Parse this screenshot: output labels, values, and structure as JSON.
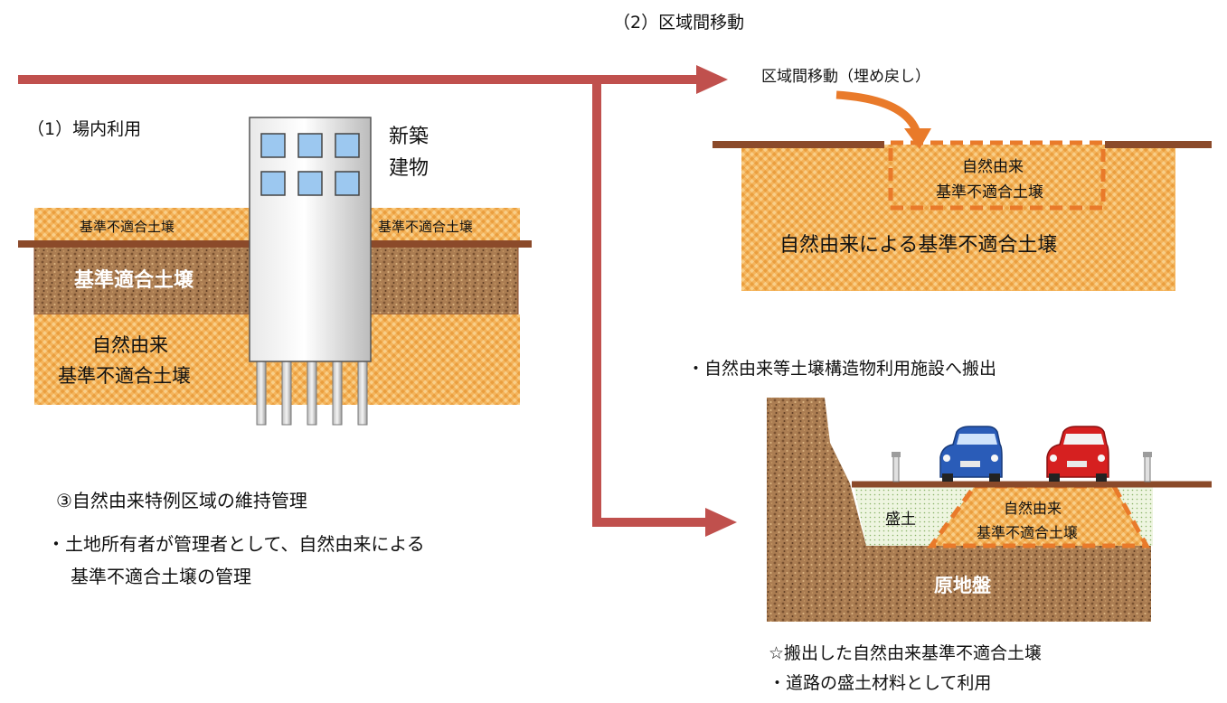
{
  "titles": {
    "section1": "（1）場内利用",
    "section2": "（2）区域間移動"
  },
  "section1": {
    "building_label_line1": "新築",
    "building_label_line2": "建物",
    "top_soil_left": "基準不適合土壌",
    "top_soil_right": "基準不適合土壌",
    "compliant_soil": "基準適合土壌",
    "natural_soil_line1": "自然由来",
    "natural_soil_line2": "基準不適合土壌"
  },
  "section2": {
    "movement_label": "区域間移動（埋め戻し）",
    "pit_line1": "自然由来",
    "pit_line2": "基準不適合土壌",
    "area_label": "自然由来による基準不適合土壌"
  },
  "section3": {
    "heading": "・自然由来等土壌構造物利用施設へ搬出",
    "embankment_label": "盛土",
    "trap_line1": "自然由来",
    "trap_line2": "基準不適合土壌",
    "ground_label": "原地盤",
    "note_line1": "☆搬出した自然由来基準不適合土壌",
    "note_line2": "・道路の盛土材料として利用"
  },
  "management": {
    "line1": "③自然由来特例区域の維持管理",
    "line2": "・土地所有者が管理者として、自然由来による",
    "line3": "基準不適合土壌の管理"
  },
  "colors": {
    "arrow": "#c0504d",
    "orange_soil": "#f0a848",
    "brown_soil": "#a87850",
    "surface_line": "#8b4a2a",
    "orange_accent": "#e97a2a",
    "embankment": "#e6f0d6",
    "car_blue": "#2a5cb8",
    "car_red": "#d62020"
  }
}
